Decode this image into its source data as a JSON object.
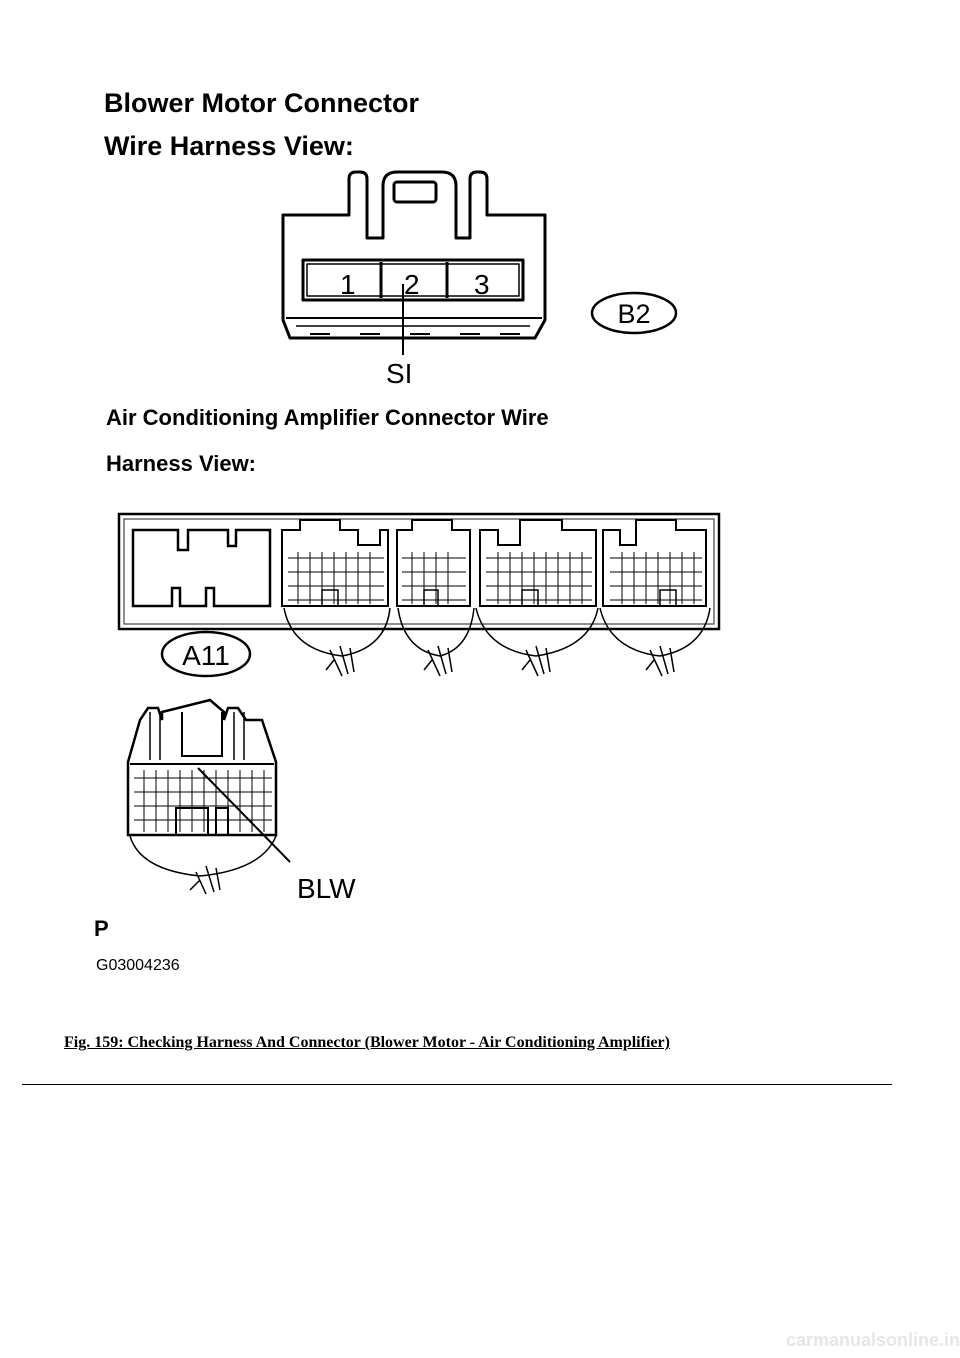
{
  "figure": {
    "title_line1": "Blower Motor Connector",
    "title_line2": "Wire Harness View:",
    "subtitle_line1": "Air Conditioning Amplifier Connector Wire",
    "subtitle_line2": "Harness View:",
    "b2_connector": {
      "pins": [
        "1",
        "2",
        "3"
      ],
      "pin_callout": "SI",
      "tag": "B2"
    },
    "a11_connector": {
      "tag": "A11",
      "pin_callout": "BLW"
    },
    "letter_p": "P",
    "figure_code": "G03004236"
  },
  "caption": "Fig. 159: Checking Harness And Connector (Blower Motor - Air Conditioning Amplifier)",
  "footer": "carmanualsonline.info"
}
